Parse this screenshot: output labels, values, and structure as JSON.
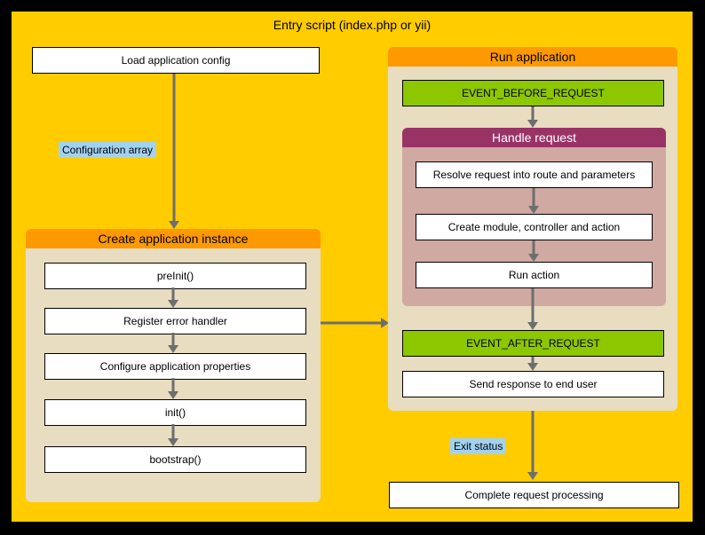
{
  "title": "Entry script (index.php or yii)",
  "left": {
    "load_config": "Load application config",
    "config_label": "Configuration array",
    "section_title": "Create application instance",
    "steps": [
      "preInit()",
      "Register error handler",
      "Configure application properties",
      "init()",
      "bootstrap()"
    ]
  },
  "right": {
    "section_title": "Run application",
    "event_before": "EVENT_BEFORE_REQUEST",
    "handle": {
      "title": "Handle request",
      "steps": [
        "Resolve request into route and parameters",
        "Create module, controller and action",
        "Run action"
      ]
    },
    "event_after": "EVENT_AFTER_REQUEST",
    "send_response": "Send response to end user",
    "exit_label": "Exit status",
    "complete": "Complete request processing"
  },
  "colors": {
    "background": "#000000",
    "canvas": "#ffcc00",
    "section_header": "#ff9900",
    "section_body": "#e8dcc1",
    "handle_header": "#993366",
    "handle_body": "#d0a9a3",
    "event": "#8cc700",
    "note": "#a2d2f2",
    "arrow": "#6e6e6e",
    "node_bg": "#ffffff",
    "node_border": "#000000"
  }
}
